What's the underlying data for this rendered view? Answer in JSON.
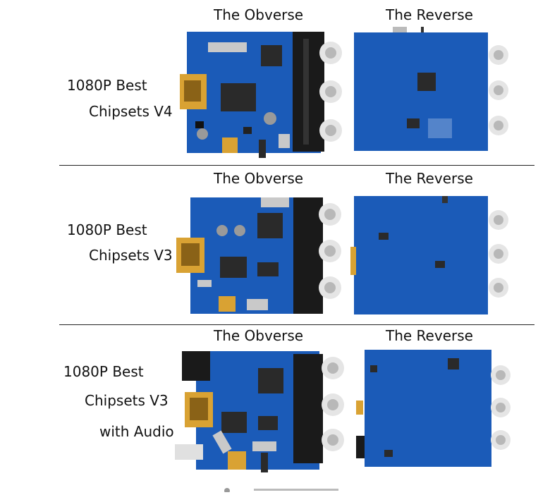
{
  "sections": [
    {
      "label_line1": "1080P Best",
      "label_line2": "Chipsets V4",
      "label_line3": "",
      "obverse_title": "The Obverse",
      "reverse_title": "The Reverse"
    },
    {
      "label_line1": "1080P Best",
      "label_line2": "Chipsets V3",
      "label_line3": "",
      "obverse_title": "The Obverse",
      "reverse_title": "The Reverse"
    },
    {
      "label_line1": "1080P Best",
      "label_line2": "Chipsets V3",
      "label_line3": "with Audio",
      "obverse_title": "The Obverse",
      "reverse_title": "The Reverse"
    }
  ],
  "colors": {
    "pcb": "#1b5bb8",
    "pcb_dark": "#123f8a",
    "gold": "#d9a233",
    "jack_black": "#1a1a1a",
    "chip": "#2a2a2a",
    "rca_silver": "#d9d9d9"
  }
}
